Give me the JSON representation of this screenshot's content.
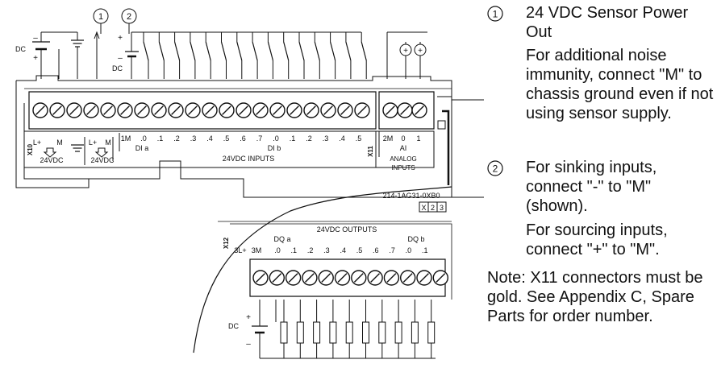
{
  "diagram": {
    "callouts": [
      "1",
      "2"
    ],
    "dc_label": "DC",
    "plus": "+",
    "minus": "–",
    "x10": "X10",
    "x11": "X11",
    "x12": "X12",
    "sensor_terminals": [
      "L+",
      "M"
    ],
    "sensor_power_label": "24VDC",
    "sensor_power_label2": "24VDC",
    "input_common": "1M",
    "input_terms": [
      ".0",
      ".1",
      ".2",
      ".3",
      ".4",
      ".5",
      ".6",
      ".7",
      ".0",
      ".1",
      ".2",
      ".3",
      ".4",
      ".5"
    ],
    "di_a": "DI a",
    "di_b": "DI b",
    "inputs_label": "24VDC INPUTS",
    "ai_terms": [
      "2M",
      "0",
      "1"
    ],
    "ai_label": "AI",
    "analog_label_1": "ANALOG",
    "analog_label_2": "INPUTS",
    "part_number": "214-1AG31-0XB0",
    "version_boxes": [
      "X",
      "2",
      "3"
    ],
    "outputs_label": "24VDC OUTPUTS",
    "dq_a": "DQ a",
    "dq_b": "DQ b",
    "output_commons": [
      "3L+",
      "3M"
    ],
    "output_terms": [
      ".0",
      ".1",
      ".2",
      ".3",
      ".4",
      ".5",
      ".6",
      ".7",
      ".0",
      ".1"
    ]
  },
  "notes": {
    "items": [
      {
        "num": "1",
        "paras": [
          "24 VDC Sensor Power Out",
          "For additional noise immunity, connect \"M\" to chassis ground even if not using sensor supply."
        ]
      },
      {
        "num": "2",
        "paras": [
          "For sinking inputs, connect \"-\" to \"M\" (shown).",
          "For sourcing inputs, connect \"+\" to \"M\"."
        ]
      }
    ],
    "footer": "Note: X11 connectors must be gold. See Appendix C, Spare Parts for order number."
  }
}
